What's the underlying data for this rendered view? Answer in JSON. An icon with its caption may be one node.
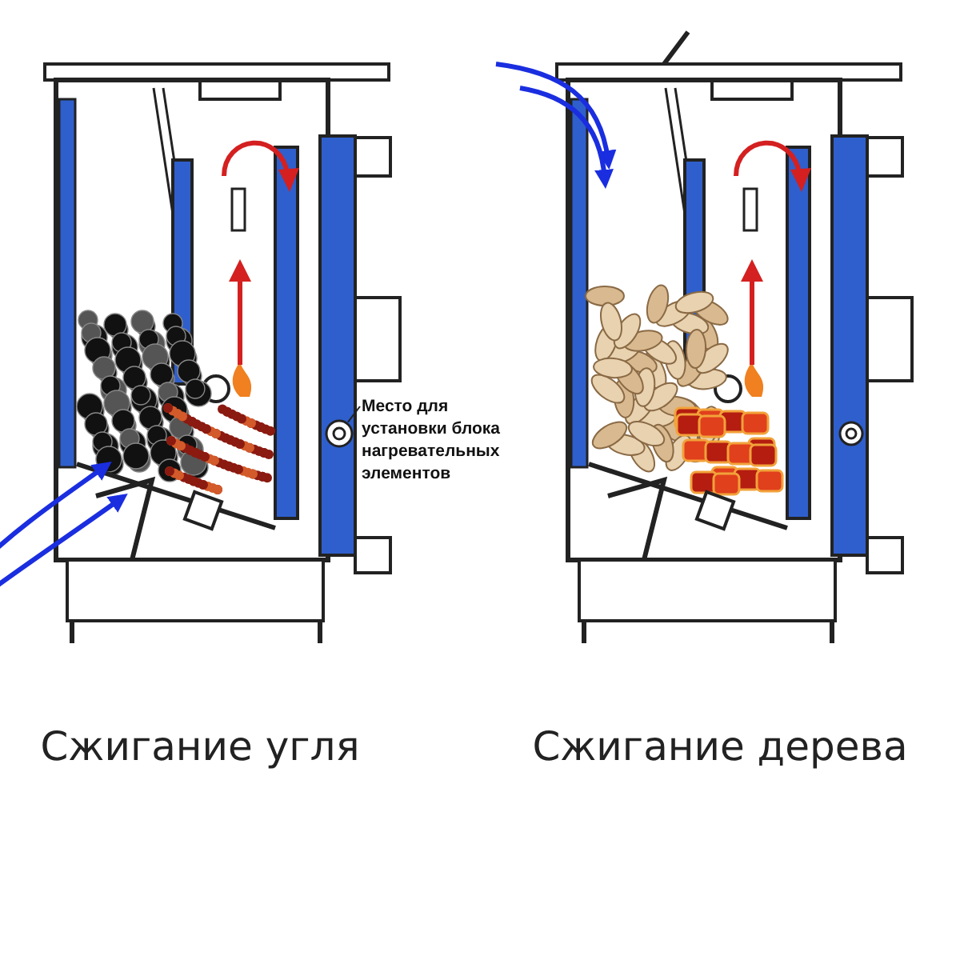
{
  "diagram": {
    "nodes": [
      {
        "text": [
          "Место для установки блока нагревательных элементов"
        ]
      },
      {
        "text": [],
        "shape": "circle"
      }
    ],
    "edges": [
      {
        "from": 0,
        "to": 1,
        "arrow": "none"
      }
    ],
    "labels": [
      "Сжигание угля",
      "Сжигание дерева"
    ]
  }
}
